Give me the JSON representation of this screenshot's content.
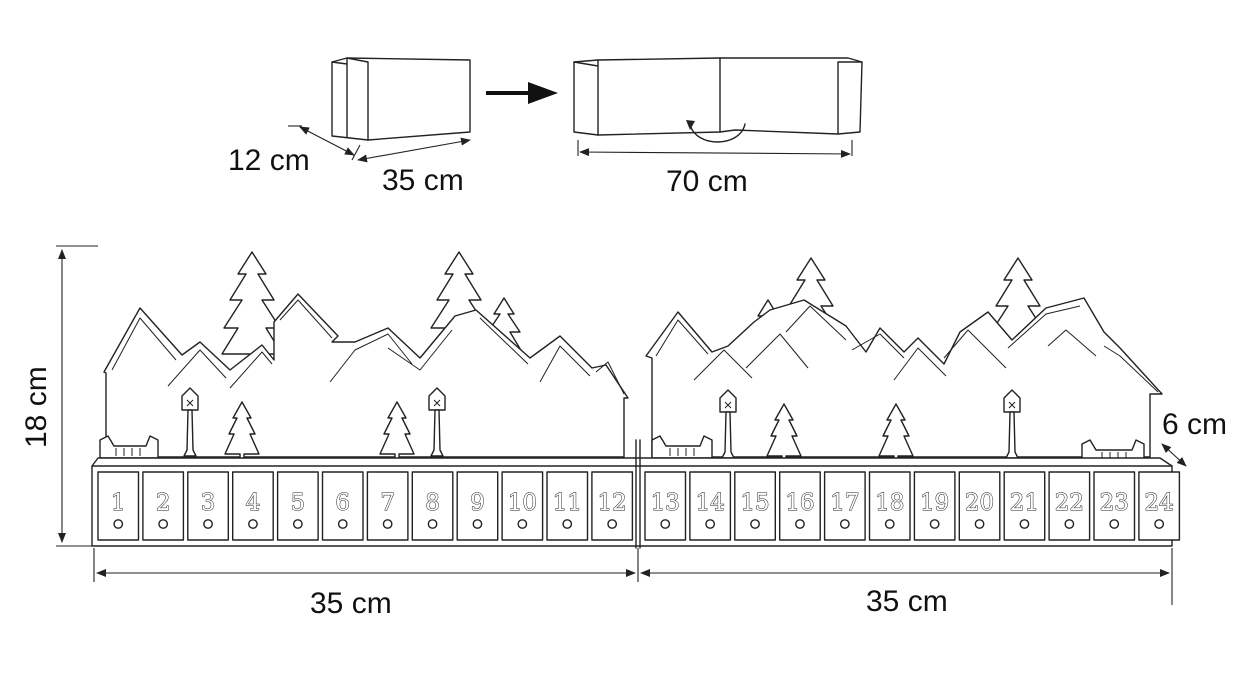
{
  "colors": {
    "stroke": "#222222",
    "background": "#ffffff"
  },
  "top": {
    "depth_label": "12 cm",
    "closed_width_label": "35 cm",
    "open_width_label": "70 cm",
    "arrow": "arrow-right-icon"
  },
  "main": {
    "height_label": "18 cm",
    "depth_label": "6 cm",
    "left_width_label": "35 cm",
    "right_width_label": "35 cm",
    "doors": [
      "1",
      "2",
      "3",
      "4",
      "5",
      "6",
      "7",
      "8",
      "9",
      "10",
      "11",
      "12",
      "13",
      "14",
      "15",
      "16",
      "17",
      "18",
      "19",
      "20",
      "21",
      "22",
      "23",
      "24"
    ]
  }
}
